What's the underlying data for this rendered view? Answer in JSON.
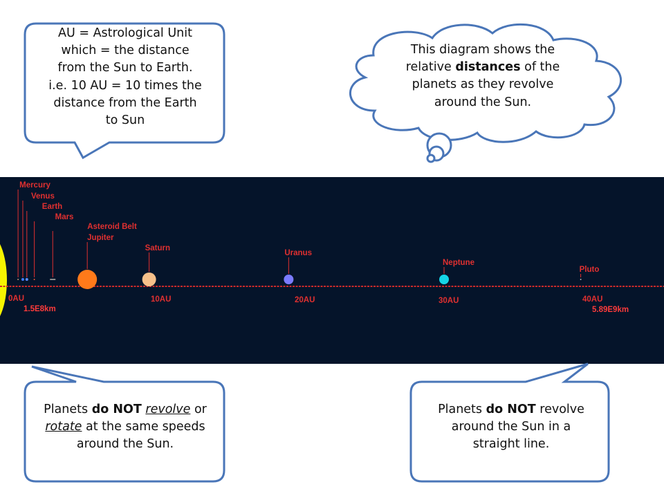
{
  "callouts": {
    "top_left": {
      "lines": [
        "AU = Astrological Unit",
        "which = the distance",
        "from the Sun to Earth.",
        "i.e. 10 AU = 10 times the",
        "distance from the Earth",
        "to Sun"
      ]
    },
    "thought": {
      "line1": "This diagram shows the",
      "line2_before": "relative ",
      "line2_bold": "distances",
      "line2_after": " of the",
      "line3": "planets as they revolve",
      "line4": "around the Sun."
    },
    "bottom_left": {
      "l1_a": "Planets ",
      "l1_bold": "do NOT",
      "l1_b": " ",
      "l1_under": "revolve",
      "l1_c": " or",
      "l2_under": "rotate",
      "l2_b": " at the same speeds",
      "l3": "around the Sun."
    },
    "bottom_right": {
      "l1_a": "Planets ",
      "l1_bold": "do NOT",
      "l1_b": " revolve",
      "l2": "around the Sun in a",
      "l3": "straight line."
    }
  },
  "colors": {
    "callout_border": "#4a76b8",
    "space_background": "#05142a",
    "axis_line": "#cc2a2a",
    "sun": "#f6f400",
    "label_text": "#e03030",
    "km_label_text": "#ff3b3b"
  },
  "planets": [
    {
      "name": "Mercury",
      "au": 0.39,
      "color": "#b8a07a",
      "size": 1
    },
    {
      "name": "Venus",
      "au": 0.72,
      "color": "#3f7bff",
      "size": 2
    },
    {
      "name": "Earth",
      "au": 1.0,
      "color": "#5a8cff",
      "size": 2
    },
    {
      "name": "Mars",
      "au": 1.52,
      "color": "#ff5a3a",
      "size": 1
    },
    {
      "name": "Asteroid Belt",
      "au": 2.8,
      "color": "#8c8c8c",
      "size": 0
    },
    {
      "name": "Jupiter",
      "au": 5.2,
      "color": "#ff7a1a",
      "size": 14
    },
    {
      "name": "Saturn",
      "au": 9.5,
      "color": "#f7c08a",
      "size": 10
    },
    {
      "name": "Uranus",
      "au": 19.2,
      "color": "#7b7bff",
      "size": 7
    },
    {
      "name": "Neptune",
      "au": 30.0,
      "color": "#15d4e6",
      "size": 7
    },
    {
      "name": "Pluto",
      "au": 39.5,
      "color": "#b0b0b0",
      "size": 1
    }
  ],
  "axis": {
    "ticks": [
      {
        "au": 0,
        "label": "0AU",
        "sub": "1.5E8km"
      },
      {
        "au": 10,
        "label": "10AU",
        "sub": ""
      },
      {
        "au": 20,
        "label": "20AU",
        "sub": ""
      },
      {
        "au": 30,
        "label": "30AU",
        "sub": ""
      },
      {
        "au": 40,
        "label": "40AU",
        "sub": "5.89E9km"
      }
    ]
  }
}
